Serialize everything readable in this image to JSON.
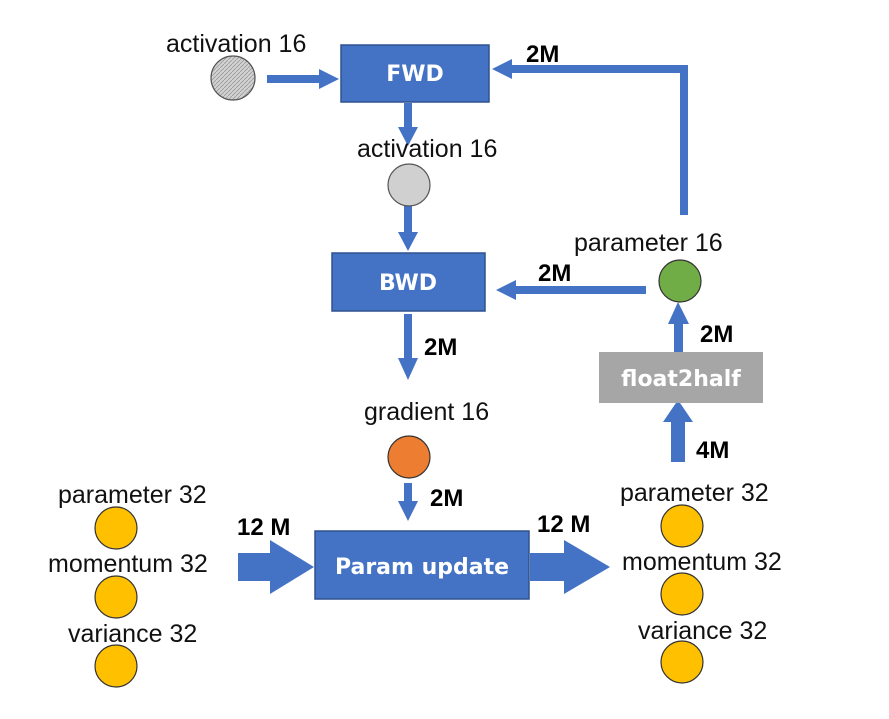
{
  "boxes": {
    "fwd": "FWD",
    "bwd": "BWD",
    "param_update": "Param update",
    "float2half": "float2half"
  },
  "labels": {
    "activation_in": "activation 16",
    "activation_mid": "activation 16",
    "parameter16": "parameter 16",
    "gradient16": "gradient 16",
    "left_parameter32": "parameter 32",
    "left_momentum32": "momentum 32",
    "left_variance32": "variance 32",
    "right_parameter32": "parameter 32",
    "right_momentum32": "momentum 32",
    "right_variance32": "variance 32"
  },
  "quantities": {
    "to_fwd": "2M",
    "to_bwd": "2M",
    "bwd_out": "2M",
    "grad_in": "2M",
    "update_in": "12 M",
    "update_out": "12 M",
    "to_float2half": "4M",
    "from_float2half": "2M"
  },
  "colors": {
    "box_blue": "#4472C4",
    "box_border": "#2F528F",
    "box_gray": "#A6A6A6",
    "arrow": "#4472C4",
    "activation_gray": "#D0D0D0",
    "param16_green": "#70AD47",
    "gradient_orange": "#ED7D31",
    "fp32_yellow": "#FFC000"
  }
}
